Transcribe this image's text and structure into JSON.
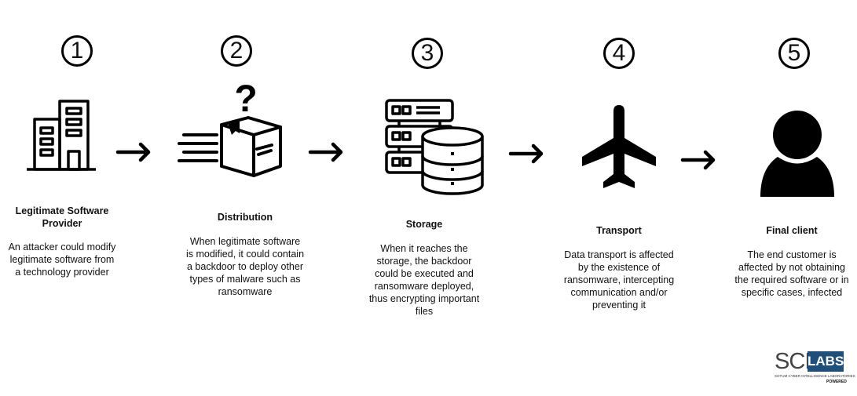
{
  "steps": [
    {
      "number": "1",
      "icon": "building-icon",
      "title_lines": [
        "Legitimate Software",
        "Provider"
      ],
      "desc_lines": [
        "An attacker could modify",
        "legitimate software from",
        "a technology provider"
      ]
    },
    {
      "number": "2",
      "icon": "package-question-icon",
      "title_lines": [
        "Distribution"
      ],
      "desc_lines": [
        "When legitimate software",
        "is modified, it could contain",
        "a backdoor to deploy other",
        "types of malware such as",
        "ransomware"
      ]
    },
    {
      "number": "3",
      "icon": "server-database-icon",
      "title_lines": [
        "Storage"
      ],
      "desc_lines": [
        "When it reaches the",
        "storage, the backdoor",
        "could be executed and",
        "ransomware deployed,",
        "thus encrypting important",
        "files"
      ]
    },
    {
      "number": "4",
      "icon": "airplane-icon",
      "title_lines": [
        "Transport"
      ],
      "desc_lines": [
        "Data transport is affected",
        "by the existence of",
        "ransomware, intercepting",
        "communication and/or",
        "preventing it"
      ]
    },
    {
      "number": "5",
      "icon": "user-icon",
      "title_lines": [
        "Final client"
      ],
      "desc_lines": [
        "The end customer is",
        "affected by not obtaining",
        "the required software or in",
        "specific cases, infected"
      ]
    }
  ],
  "logo": {
    "sci": "SCI",
    "labs": "LABS",
    "subtitle": "SOTUM CYBER INTELLIGENCE LABORATORIES",
    "powered": "POWERED",
    "brand_color": "#1f4e79"
  }
}
